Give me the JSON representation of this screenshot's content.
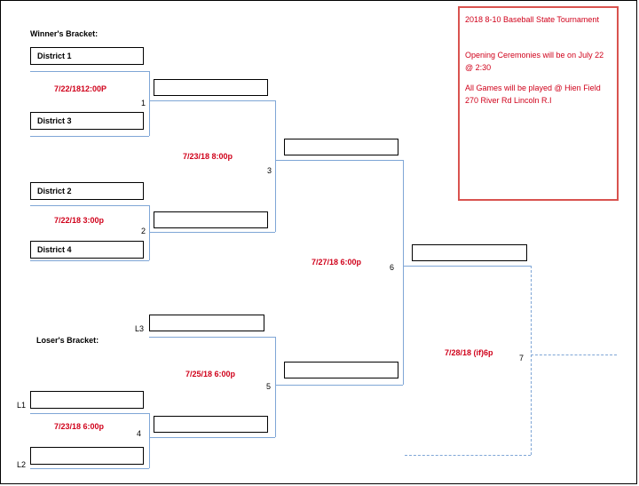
{
  "headings": {
    "winners": "Winner's Bracket:",
    "losers": "Loser's Bracket:"
  },
  "teams": {
    "d1": "District 1",
    "d3": "District 3",
    "d2": "District 2",
    "d4": "District 4"
  },
  "dates": {
    "g1": "7/22/1812:00P",
    "g2": "7/22/18 3:00p",
    "g3": "7/23/18 8:00p",
    "g4": "7/23/18 6:00p",
    "g5": "7/25/18 6:00p",
    "g6": "7/27/18 6:00p",
    "g7": "7/28/18 (if)6p"
  },
  "game_numbers": {
    "g1": "1",
    "g2": "2",
    "g3": "3",
    "g4": "4",
    "g5": "5",
    "g6": "6",
    "g7": "7"
  },
  "loser_labels": {
    "l1": "L1",
    "l2": "L2",
    "l3": "L3"
  },
  "notice": {
    "title": "2018 8-10 Baseball State Tournament",
    "line1": "Opening Ceremonies will be on July 22",
    "line2": "@ 2:30",
    "line3": "All Games will be played @ Hien Field",
    "line4": "270 River Rd Lincoln R.I"
  },
  "colors": {
    "connector": "#7fa6d6",
    "date_text": "#d0021b",
    "notice_border": "#d9534f"
  }
}
